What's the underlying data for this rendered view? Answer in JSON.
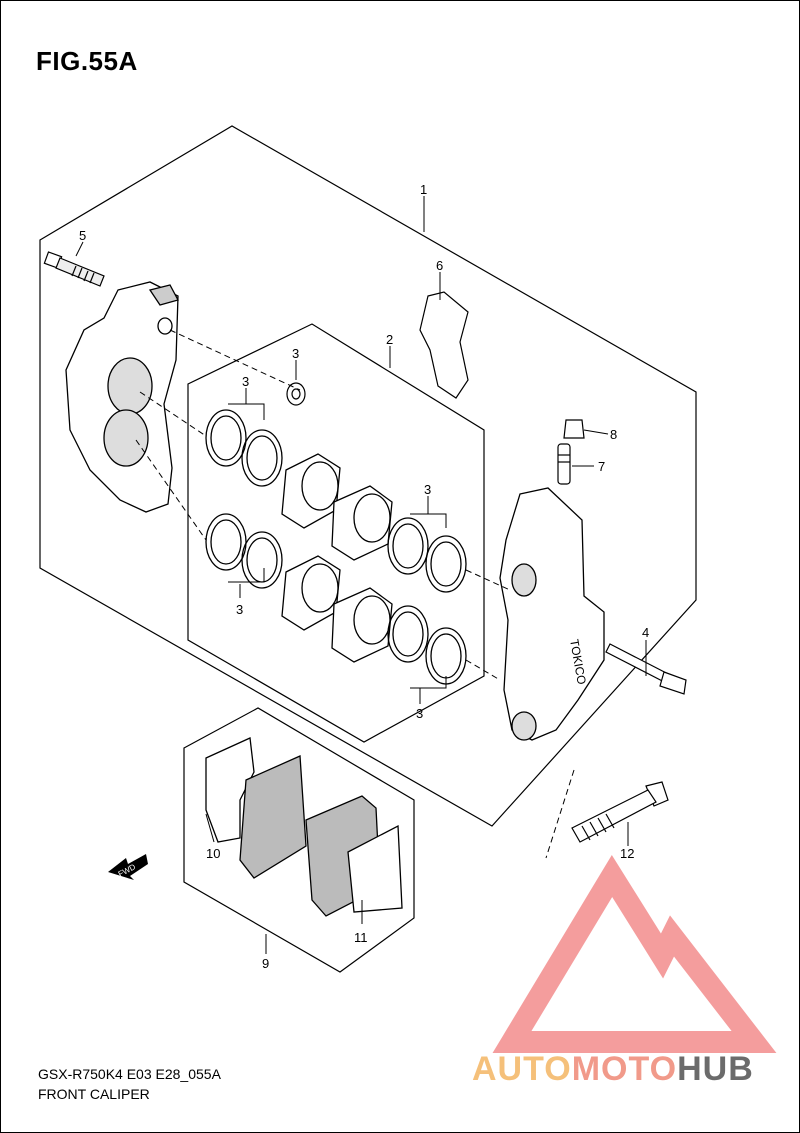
{
  "figure": {
    "title": "FIG.55A"
  },
  "footer": {
    "model_code": "GSX-R750K4 E03 E28_055A",
    "caption": "FRONT CALIPER"
  },
  "brand": {
    "part1": "AUTO",
    "part2": "MOTO",
    "part3": "HUB",
    "colors": {
      "auto": "#f5c07a",
      "moto": "#f19a8a",
      "hub": "#6b6b6b",
      "logo": "#f28c8c"
    }
  },
  "callouts": [
    {
      "id": "c1",
      "label": "1"
    },
    {
      "id": "c2",
      "label": "2"
    },
    {
      "id": "c3a",
      "label": "3"
    },
    {
      "id": "c3b",
      "label": "3"
    },
    {
      "id": "c3c",
      "label": "3"
    },
    {
      "id": "c3d",
      "label": "3"
    },
    {
      "id": "c3e",
      "label": "3"
    },
    {
      "id": "c4",
      "label": "4"
    },
    {
      "id": "c5",
      "label": "5"
    },
    {
      "id": "c6",
      "label": "6"
    },
    {
      "id": "c7",
      "label": "7"
    },
    {
      "id": "c8",
      "label": "8"
    },
    {
      "id": "c9",
      "label": "9"
    },
    {
      "id": "c10",
      "label": "10"
    },
    {
      "id": "c11",
      "label": "11"
    },
    {
      "id": "c12",
      "label": "12"
    }
  ],
  "fwd_label": "FWD"
}
